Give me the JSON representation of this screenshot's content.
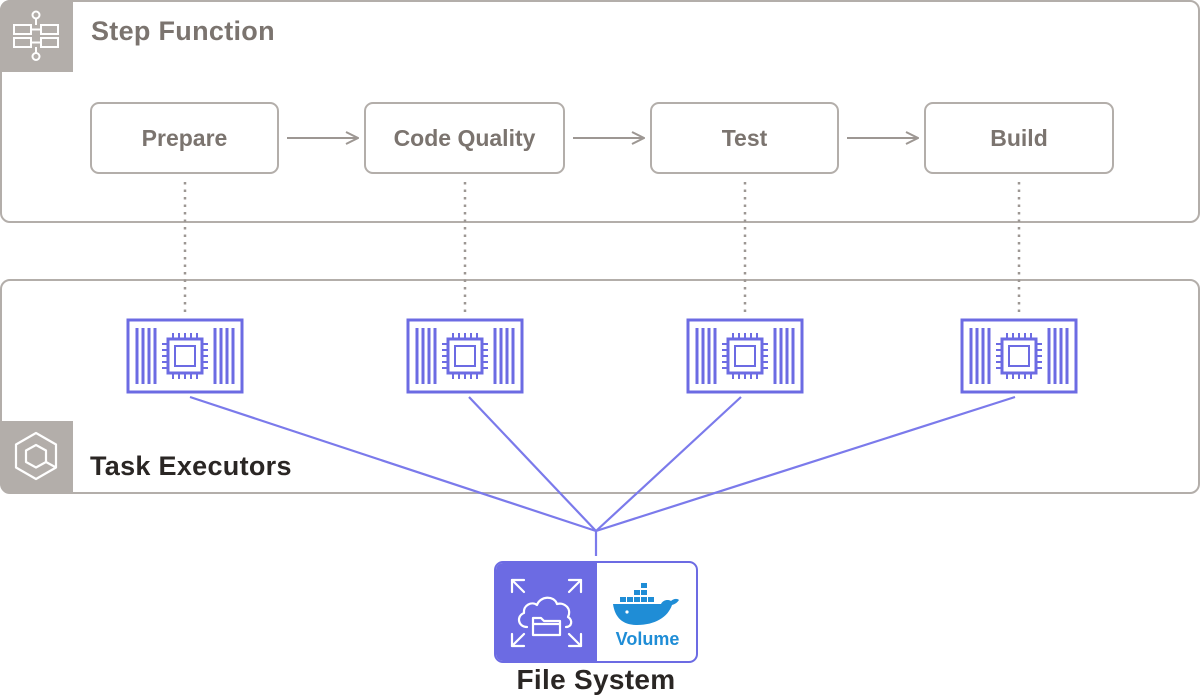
{
  "step_function": {
    "title": "Step Function",
    "icon": "step-function-icon",
    "steps": [
      {
        "label": "Prepare"
      },
      {
        "label": "Code Quality"
      },
      {
        "label": "Test"
      },
      {
        "label": "Build"
      }
    ]
  },
  "task_executors": {
    "title": "Task Executors",
    "icon": "container-service-icon",
    "executors": [
      {
        "icon": "ec2-instance-icon"
      },
      {
        "icon": "ec2-instance-icon"
      },
      {
        "icon": "ec2-instance-icon"
      },
      {
        "icon": "ec2-instance-icon"
      }
    ]
  },
  "file_system": {
    "caption": "File System",
    "icon": "efs-file-system-icon",
    "volume_icon": "docker-icon",
    "volume_label": "Volume"
  },
  "colors": {
    "gray": "#b3aeaa",
    "gray_text": "#7b746f",
    "purple": "#6c6be3",
    "docker_blue": "#1f8dd6",
    "dark_text": "#2a2624"
  }
}
